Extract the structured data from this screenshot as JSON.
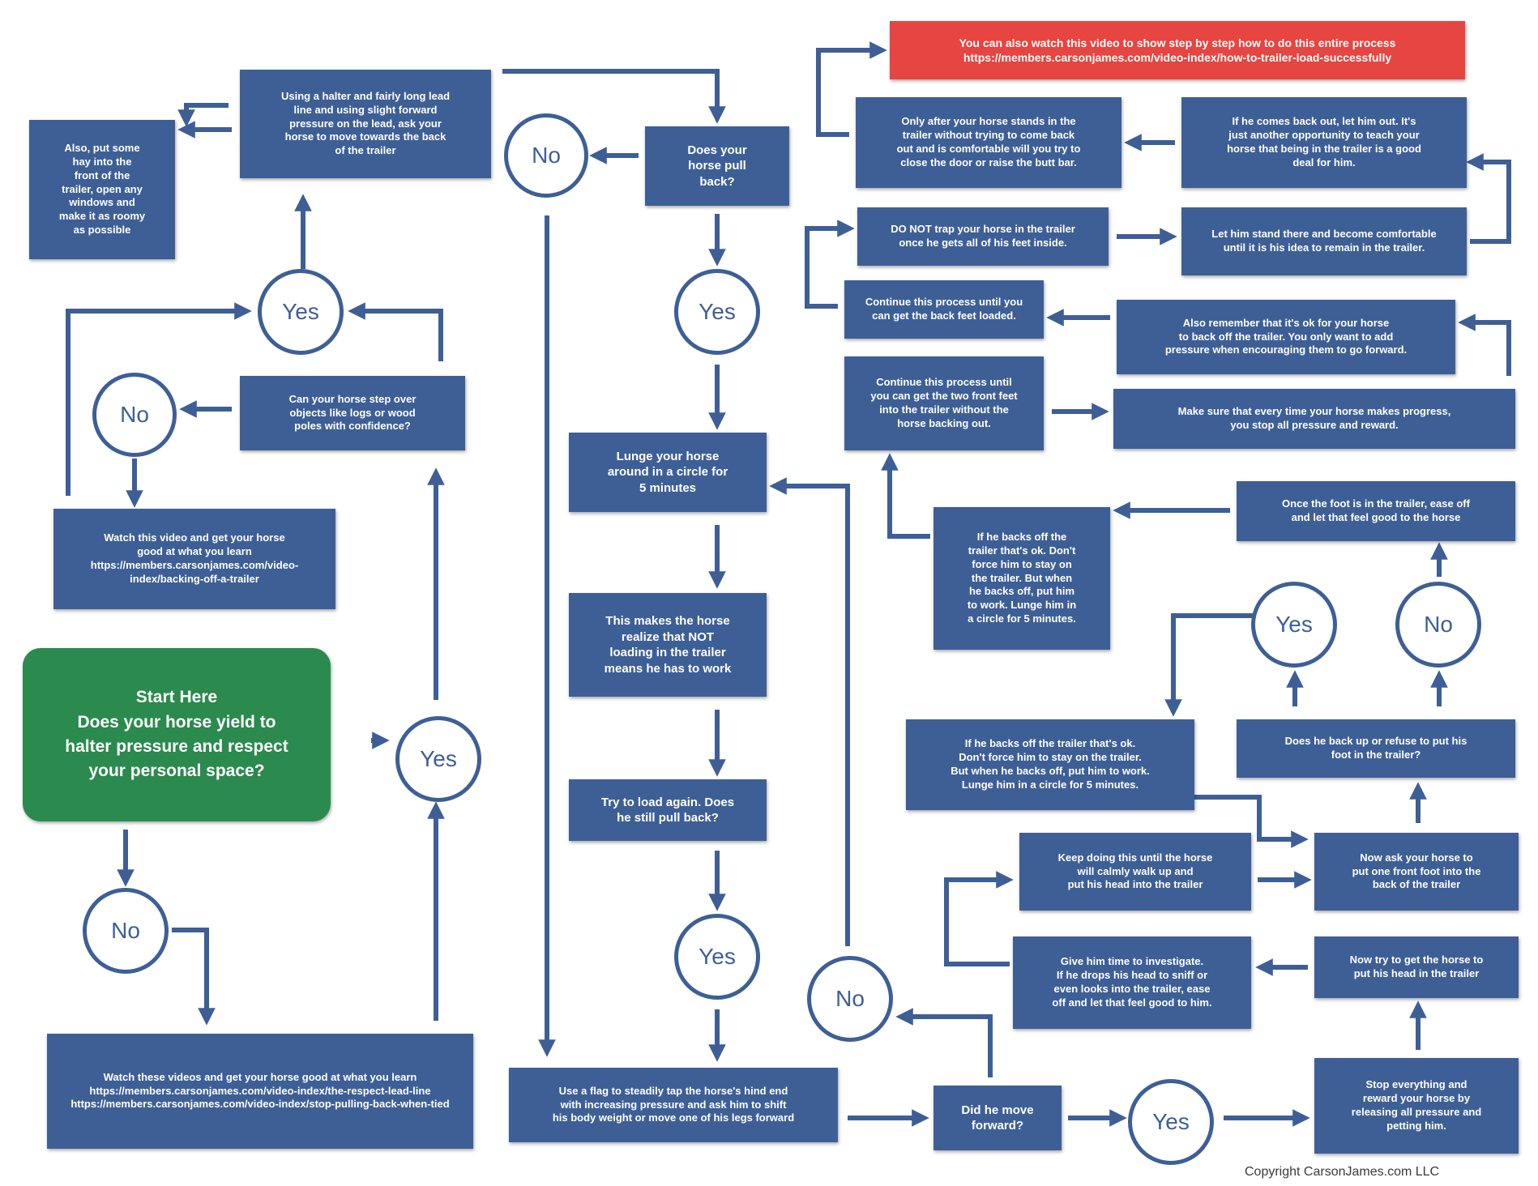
{
  "colors": {
    "node": "#3e5f96",
    "start": "#2b8a4e",
    "banner": "#e64541",
    "background": "#ffffff"
  },
  "banner": "You can also watch this video to show step by step how to do this entire process\nhttps://members.carsonjames.com/video-index/how-to-trailer-load-successfully",
  "start": "Start Here\nDoes your horse yield to\nhalter pressure and respect\nyour personal space?",
  "labels": {
    "yes": "Yes",
    "no": "No"
  },
  "steps": {
    "rope_behind": "Using a halter and fairly long lead\nline and using slight forward\npressure on the lead, ask your\nhorse to move towards the back\nof the trailer",
    "open_trailer": "Also, put some\nhay into the\nfront of the\ntrailer, open any\nwindows and\nmake it as roomy\nas possible",
    "pull_back": "Does your\nhorse pull\nback?",
    "step_over": "Can your horse step over\nobjects like logs or wood\npoles with confidence?",
    "video_backing": "Watch this video and get your horse\ngood at what you learn\nhttps://members.carsonjames.com/video-\nindex/backing-off-a-trailer",
    "lunge_circle": "Lunge your horse\naround in a circle for\n5 minutes",
    "makes_realize": "This makes the horse\nrealize that NOT\nloading in the trailer\nmeans he has to work",
    "try_load": "Try to load again. Does\nhe still pull back?",
    "flag_tap": "Use a flag to steadily tap the horse's hind end\nwith increasing pressure and ask him to shift\nhis body weight or move one of his legs forward",
    "watch_videos": "Watch these videos and get your horse good at what you learn\nhttps://members.carsonjames.com/video-index/the-respect-lead-line\nhttps://members.carsonjames.com/video-index/stop-pulling-back-when-tied",
    "move_forward": "Did he move\nforward?",
    "stop_everything": "Stop everything and\nreward your horse by\nreleasing all pressure and\npetting him.",
    "now_get_head": "Now try to get the horse to\nput his head in the trailer",
    "give_time": "Give him time to investigate.\nIf he drops his head to sniff or\neven looks into the trailer, ease\noff and let that feel good to him.",
    "keep_doing": "Keep doing this until the horse\nwill calmly walk up and\nput his head into the trailer",
    "now_ask_front": "Now ask your horse to\nput one front foot into the\nback of the trailer",
    "backs_off_short": "If he backs off the trailer that's ok.\nDon't force him to stay on the trailer.\nBut when he backs off, put him to work.\nLunge him in a circle for 5 minutes.",
    "back_up_refuse": "Does he back up or refuse to put his\nfoot in the trailer?",
    "front_foot_in": "Once the foot is in the trailer, ease off\nand let that feel good to the horse",
    "backs_off_long": "If he backs off the\ntrailer that's ok. Don't\nforce him to stay on\nthe trailer. But when\nhe backs off, put him\nto work. Lunge him in\na circle for 5 minutes.",
    "continue_two": "Continue this process until\nyou can get the two front feet\ninto the trailer without the\nhorse backing out.",
    "make_sure": "Make sure that every time your horse makes progress,\nyou stop all pressure and reward.",
    "remember_back": "Also remember that it's ok for your horse\nto back off the trailer. You only want to add\npressure when encouraging them to go forward.",
    "continue_feet": "Continue this process until you\ncan get the back feet loaded.",
    "do_not_trap": "DO NOT trap your horse in the trailer\nonce he gets all of his feet inside.",
    "let_stand": "Let him stand there and become comfortable\nuntil it is his idea to remain in the trailer.",
    "come_back_out": "If he comes back out, let him out. It's\njust another opportunity to teach your\nhorse that being in the trailer is a good\ndeal for him.",
    "only_after": "Only after your horse stands in the\ntrailer without trying to come back\nout and is comfortable will you try to\nclose the door or raise the butt bar."
  },
  "copyright": "Copyright CarsonJames.com LLC"
}
